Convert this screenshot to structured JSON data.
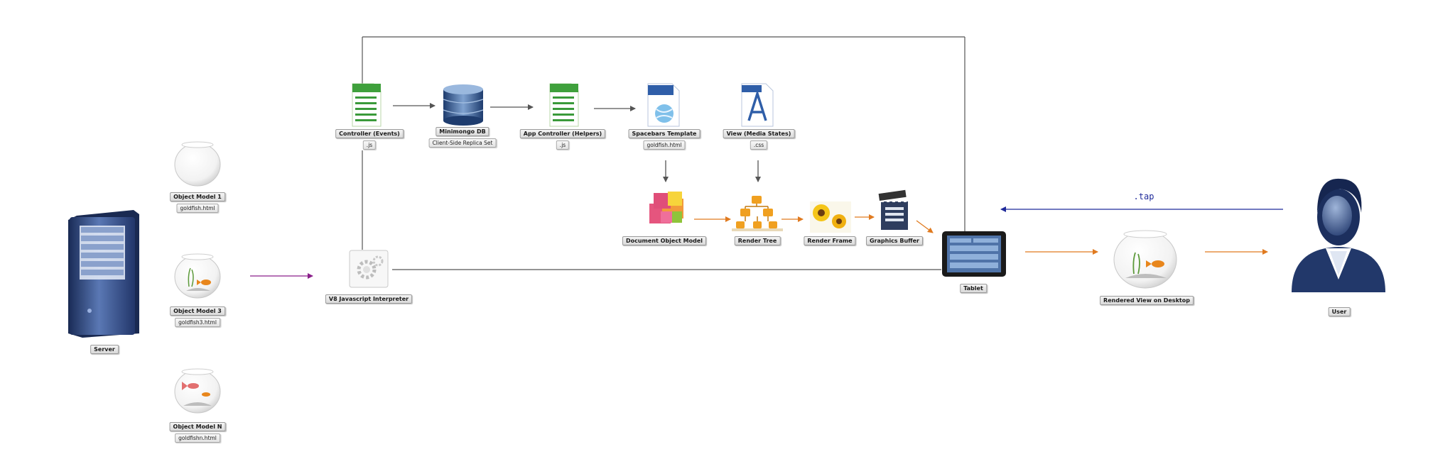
{
  "colors": {
    "frame_line": "#555555",
    "gray_arrow": "#555555",
    "orange_arrow": "#e07a1f",
    "purple_arrow": "#8a1f8a",
    "blue_arrow": "#1f2a9a"
  },
  "nodes": {
    "server": {
      "label": "Server",
      "icon": "server-tower-icon"
    },
    "object_model_1": {
      "label": "Object Model 1",
      "file": "goldfish.html",
      "icon": "empty-fishbowl-icon"
    },
    "object_model_3": {
      "label": "Object Model 3",
      "file": "goldfish3.html",
      "icon": "goldfish-bowl-icon"
    },
    "object_model_n": {
      "label": "Object Model N",
      "file": "goldfishn.html",
      "icon": "goldfish-bowl-icon"
    },
    "v8": {
      "label": "V8 Javascript Interpreter",
      "icon": "gears-icon"
    },
    "controller_events": {
      "label": "Controller (Events)",
      "file": ".js",
      "icon": "script-file-icon"
    },
    "minimongo": {
      "label": "Minimongo DB",
      "file": "Client-Side Replica Set",
      "icon": "database-icon"
    },
    "app_controller": {
      "label": "App Controller (Helpers)",
      "file": ".js",
      "icon": "script-file-icon"
    },
    "spacebars": {
      "label": "Spacebars Template",
      "file": "goldfish.html",
      "icon": "html-file-icon"
    },
    "view": {
      "label": "View (Media States)",
      "file": ".css",
      "icon": "font-file-icon"
    },
    "dom": {
      "label": "Document Object Model",
      "icon": "blocks-icon"
    },
    "render_tree": {
      "label": "Render Tree",
      "icon": "tree-hierarchy-icon"
    },
    "render_frame": {
      "label": "Render Frame",
      "icon": "sunflowers-icon"
    },
    "graphics_buffer": {
      "label": "Graphics Buffer",
      "icon": "film-clapper-icon"
    },
    "tablet": {
      "label": "Tablet",
      "icon": "tablet-icon"
    },
    "rendered_view": {
      "label": "Rendered View on Desktop",
      "icon": "goldfish-bowl-icon"
    },
    "user": {
      "label": "User",
      "icon": "user-silhouette-icon"
    }
  },
  "edges": {
    "tap_label": ".tap"
  }
}
